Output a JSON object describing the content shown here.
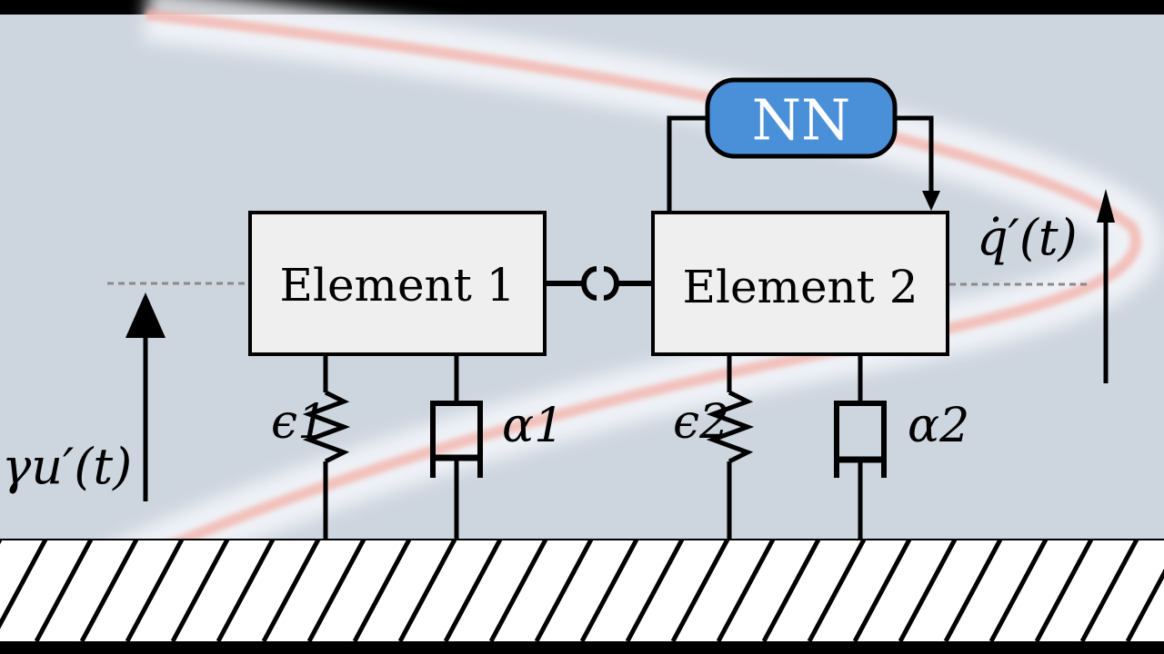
{
  "diagram": {
    "element1_label": "Element 1",
    "element2_label": "Element 2",
    "nn_label": "NN",
    "input_label": "γu′(t)",
    "output_label": "q̇′(t)",
    "spring1_label": "ϵ1",
    "spring2_label": "ϵ2",
    "damper1_label": "α1",
    "damper2_label": "α2"
  },
  "colors": {
    "background": "#cdd5df",
    "box_fill": "#efefef",
    "nn_fill": "#4a90d9",
    "stroke": "#000000",
    "glow_red": "#f4b0a8",
    "glow_white": "#f4f6fa",
    "dashed_line": "#8a8a8a"
  }
}
